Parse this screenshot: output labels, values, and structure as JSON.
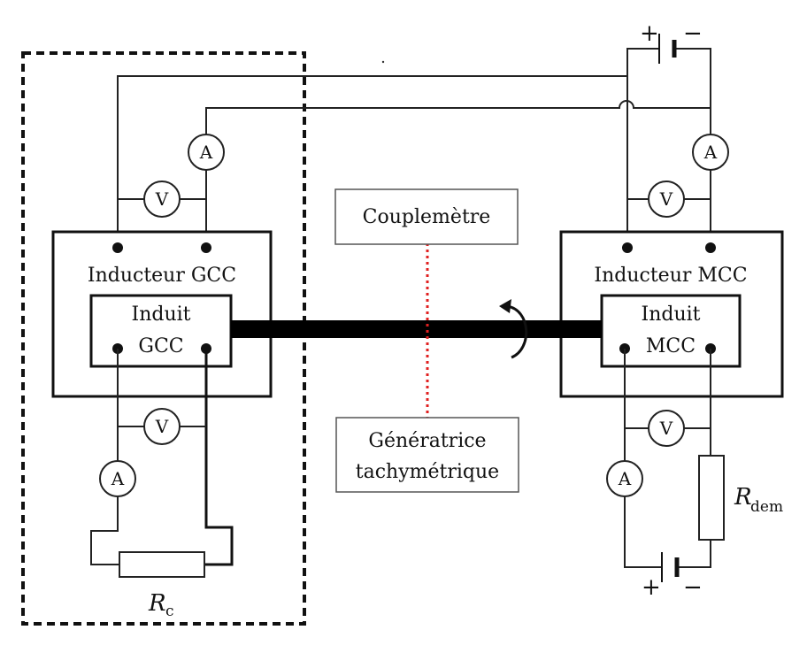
{
  "gcc": {
    "inductor_label": "Inducteur GCC",
    "armature_line1": "Induit",
    "armature_line2": "GCC"
  },
  "mcc": {
    "inductor_label": "Inducteur MCC",
    "armature_line1": "Induit",
    "armature_line2": "MCC"
  },
  "torque_meter": {
    "label": "Couplemètre"
  },
  "tacho": {
    "line1": "Génératrice",
    "line2": "tachymétrique"
  },
  "meters": {
    "ammeter": "A",
    "voltmeter": "V"
  },
  "resistors": {
    "load": {
      "symbol": "R",
      "subscript": "c"
    },
    "start": {
      "symbol": "R",
      "subscript": "dem"
    }
  },
  "battery": {
    "plus": "+",
    "minus": "−"
  },
  "colors": {
    "dotted_link": "#e02020",
    "ink": "#111111"
  }
}
